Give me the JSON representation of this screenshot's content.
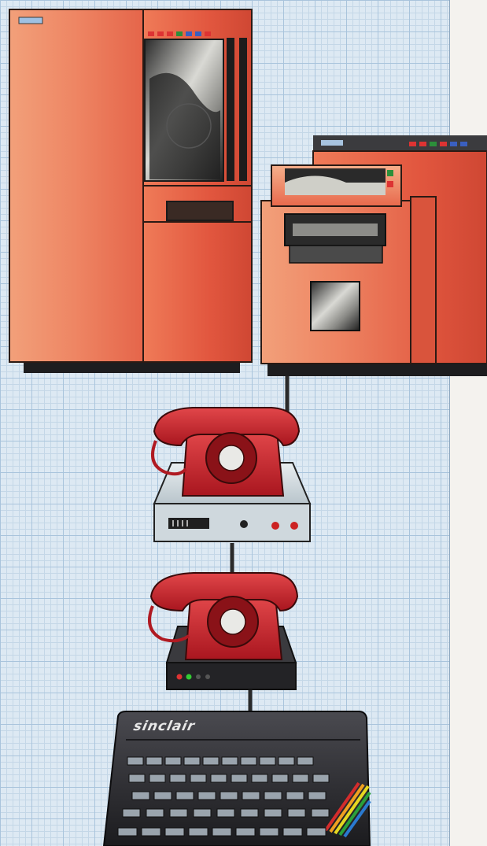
{
  "illustration": {
    "subject": "mainframe-to-home-computer-modem-link",
    "components": [
      "mainframe-cabinet",
      "line-printer",
      "desk-telephone",
      "acoustic-modem",
      "desk-telephone",
      "modem-unit",
      "home-computer-keyboard"
    ]
  },
  "keyboard": {
    "brand": "sinclair"
  },
  "colors": {
    "grid_paper": "#dde9f3",
    "cabinet_orange": "#e6674a",
    "telephone_red": "#c8232c",
    "modem_grey": "#cfd8dd",
    "keyboard_black": "#2a2a2d"
  }
}
